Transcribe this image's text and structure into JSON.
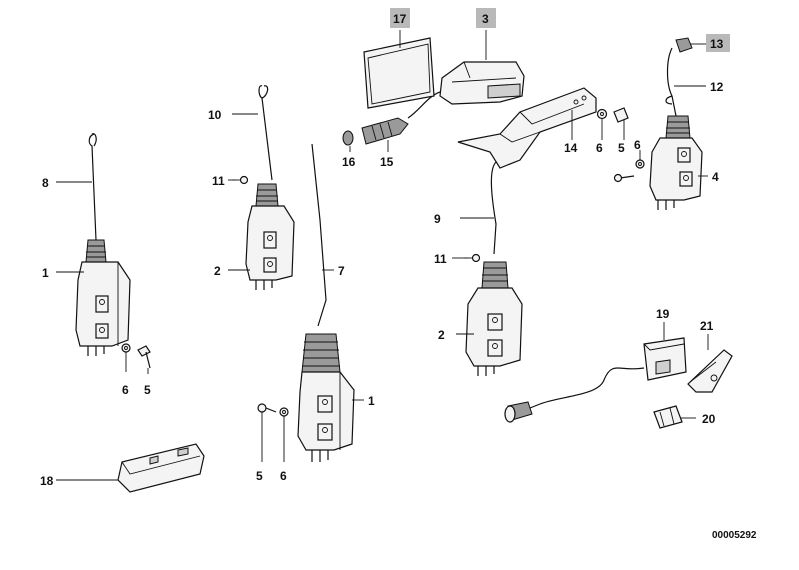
{
  "callouts": {
    "c1a": "1",
    "c1b": "1",
    "c2a": "2",
    "c2b": "2",
    "c3": "3",
    "c4": "4",
    "c5a": "5",
    "c5b": "5",
    "c5c": "5",
    "c6a": "6",
    "c6b": "6",
    "c6c": "6",
    "c6d": "6",
    "c7": "7",
    "c8": "8",
    "c9": "9",
    "c10": "10",
    "c11a": "11",
    "c11b": "11",
    "c12": "12",
    "c13": "13",
    "c14": "14",
    "c15": "15",
    "c16": "16",
    "c17": "17",
    "c18": "18",
    "c19": "19",
    "c20": "20",
    "c21": "21"
  },
  "diagram_code": "00005292"
}
